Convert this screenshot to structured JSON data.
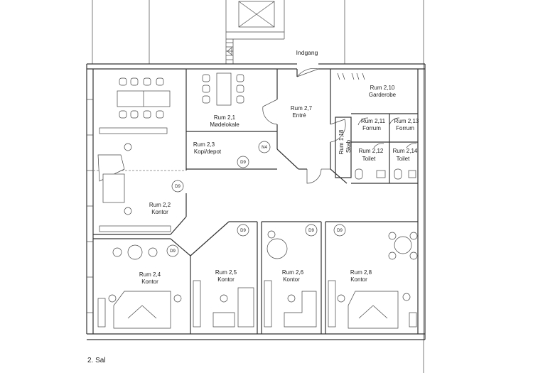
{
  "plan": {
    "entrance_label": "Indgang",
    "floor_label": "2. Sal",
    "rooms": [
      {
        "id": "2-1",
        "name": "Rum 2,1",
        "function": "Mødelokale"
      },
      {
        "id": "2-2",
        "name": "Rum 2,2",
        "function": "Kontor"
      },
      {
        "id": "2-3",
        "name": "Rum 2,3",
        "function": "Kopi/depot"
      },
      {
        "id": "2-4",
        "name": "Rum 2,4",
        "function": "Kontor"
      },
      {
        "id": "2-5",
        "name": "Rum 2,5",
        "function": "Kontor"
      },
      {
        "id": "2-6",
        "name": "Rum 2,6",
        "function": "Kontor"
      },
      {
        "id": "2-7",
        "name": "Rum 2,7",
        "function": "Entré"
      },
      {
        "id": "2-8",
        "name": "Rum 2,8",
        "function": "Kontor"
      },
      {
        "id": "2-10",
        "name": "Rum 2,10",
        "function": "Garderobe"
      },
      {
        "id": "2-11",
        "name": "Rum 2,11",
        "function": "Forrum"
      },
      {
        "id": "2-12",
        "name": "Rum 2,12",
        "function": "Toilet"
      },
      {
        "id": "2-13",
        "name": "Rum 2,13",
        "function": "Forrum"
      },
      {
        "id": "2-14",
        "name": "Rum 2,14",
        "function": "Toilet"
      },
      {
        "id": "1-18",
        "name": "Rum 1,18",
        "function": "Skab"
      }
    ],
    "door_tags": {
      "d9": "D9",
      "n4": "N4"
    }
  }
}
